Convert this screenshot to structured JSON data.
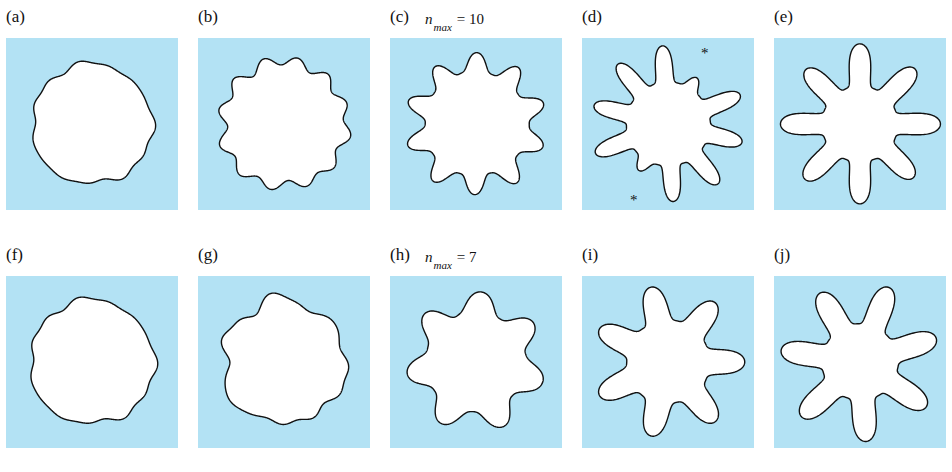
{
  "diagram": {
    "labels": [
      "(a)",
      "(b)",
      "(c)",
      "n",
      "max",
      "= 10",
      "(d)",
      "*",
      "*",
      "(e)",
      "(f)",
      "(g)",
      "(h)",
      "n",
      "max",
      "= 7",
      "(i)",
      "(j)"
    ]
  }
}
